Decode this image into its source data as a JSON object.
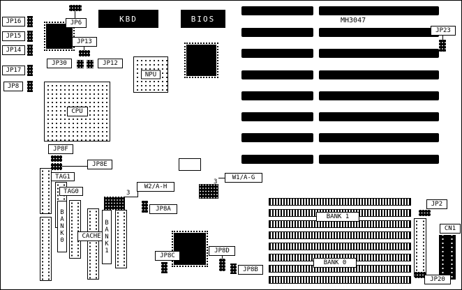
{
  "colors": {
    "ink": "#000000",
    "paper": "#ffffff"
  },
  "board": {
    "model": "MH3047"
  },
  "labels": {
    "jp16": "JP16",
    "jp15": "JP15",
    "jp14": "JP14",
    "jp17": "JP17",
    "jp8": "JP8",
    "jp6": "JP6",
    "jp13": "JP13",
    "jp30": "JP30",
    "jp12": "JP12",
    "kbd": "KBD",
    "bios": "BIOS",
    "npu": "NPU",
    "cpu": "CPU",
    "jp23": "JP23",
    "jp8f": "JP8F",
    "jp8e": "JP8E",
    "w2ah": "W2/A-H",
    "w1ag": "W1/A-G",
    "w2_pin3": "3",
    "w1_pin3": "3",
    "jp8a": "JP8A",
    "tag1": "TAG1",
    "tag0": "TAG0",
    "bank0_column": "BANK0",
    "bank1_column": "BANK1",
    "cache": "CACHE",
    "jp8c": "JP8C",
    "jp8d": "JP8D",
    "jp8b": "JP8B",
    "bank1_simm": "BANK 1",
    "bank0_simm": "BANK 0",
    "jp2": "JP2",
    "cn1": "CN1",
    "jp20": "JP20"
  }
}
